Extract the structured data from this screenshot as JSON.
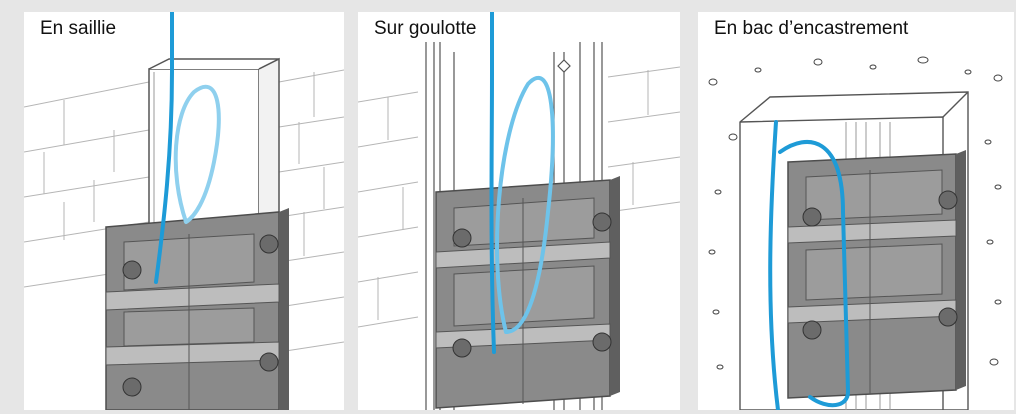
{
  "panels": [
    {
      "title": "En saillie"
    },
    {
      "title": "Sur goulotte"
    },
    {
      "title": "En bac d’encastrement"
    }
  ],
  "colors": {
    "background": "#e6e6e6",
    "panel": "#ffffff",
    "plate": "#8a8a8a",
    "plate_dark": "#5f5f5f",
    "cable": "#1e9bd7",
    "cable_light": "#8fd0ee",
    "line": "#9a9a9a"
  }
}
